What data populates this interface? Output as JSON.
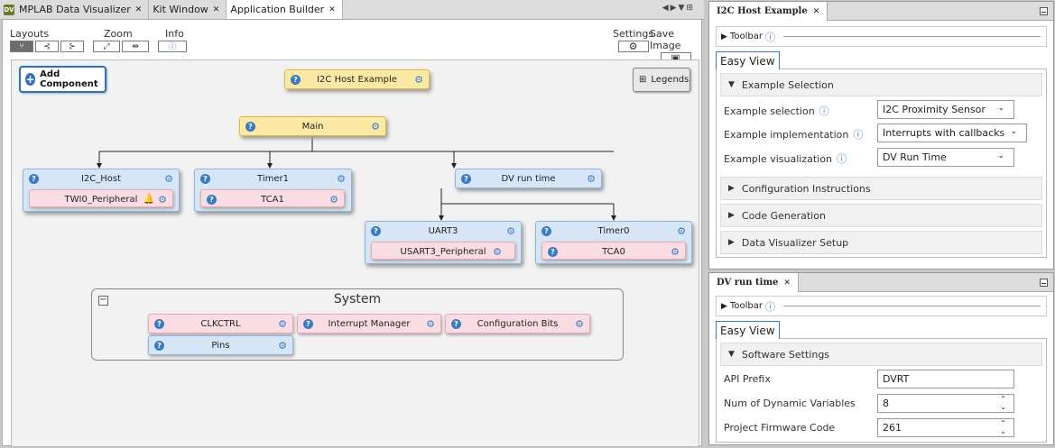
{
  "tabs": [
    {
      "label": "MPLAB Data Visualizer",
      "logo": "DV"
    },
    {
      "label": "Kit Window"
    },
    {
      "label": "Application Builder"
    }
  ],
  "toolbar": {
    "layouts_label": "Layouts",
    "zoom_label": "Zoom",
    "info_label": "Info",
    "settings_label": "Settings",
    "save_image_label": "Save Image"
  },
  "canvas": {
    "add_component": "Add Component",
    "legends": "Legends",
    "system_title": "System",
    "nodes": {
      "i2c_host_example": "I2C Host Example",
      "main": "Main",
      "i2c_host": "I2C_Host",
      "twi0": "TWI0_Peripheral",
      "timer1": "Timer1",
      "tca1": "TCA1",
      "dv_run_time": "DV run time",
      "uart3": "UART3",
      "usart3": "USART3_Peripheral",
      "timer0": "Timer0",
      "tca0": "TCA0",
      "clkctrl": "CLKCTRL",
      "interrupt_manager": "Interrupt Manager",
      "config_bits": "Configuration Bits",
      "pins": "Pins"
    }
  },
  "panel1": {
    "tab": "I2C Host Example",
    "toolbar": "Toolbar",
    "easy_view": "Easy View",
    "section_example": "Example Selection",
    "example_selection_label": "Example selection",
    "example_selection_value": "I2C Proximity Sensor",
    "example_impl_label": "Example implementation",
    "example_impl_value": "Interrupts with callbacks",
    "example_vis_label": "Example visualization",
    "example_vis_value": "DV Run Time",
    "section_config": "Configuration Instructions",
    "section_codegen": "Code Generation",
    "section_dvsetup": "Data Visualizer Setup"
  },
  "panel2": {
    "tab": "DV run time",
    "toolbar": "Toolbar",
    "easy_view": "Easy View",
    "section_software": "Software Settings",
    "api_prefix_label": "API Prefix",
    "api_prefix_value": "DVRT",
    "num_vars_label": "Num of Dynamic Variables",
    "num_vars_value": "8",
    "firmware_code_label": "Project Firmware Code",
    "firmware_code_value": "261"
  }
}
